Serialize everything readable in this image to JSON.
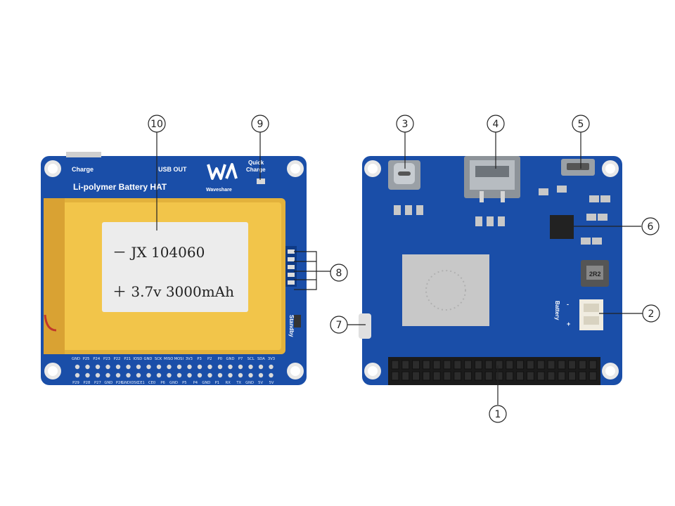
{
  "colors": {
    "pcb": "#1a4ea8",
    "pcb_dark": "#0f3a86",
    "battery_yellow": "#f2c54a",
    "label_bg": "#ececec",
    "callout": "#222222"
  },
  "left_board": {
    "title": "Li-polymer Battery HAT",
    "charge_label": "Charge",
    "usb_out_label": "USB OUT",
    "brand": "Waveshare",
    "quick_charge_line1": "Quick",
    "quick_charge_line2": "Charge",
    "standby_label": "Standby",
    "battery_line1": "－ JX   104060",
    "battery_line2": "＋ 3.7v  3000mAh",
    "header_top": [
      "GND",
      "P25",
      "P24",
      "P23",
      "P22",
      "P21",
      "IOSD",
      "GND",
      "SCK",
      "MISO",
      "MOSI",
      "3V3",
      "P3",
      "P2",
      "P0",
      "GND",
      "P7",
      "SCL",
      "SDA",
      "3V3"
    ],
    "header_bottom": [
      "P29",
      "P28",
      "P27",
      "GND",
      "P26",
      "GNDIDSC",
      "CE1",
      "CE0",
      "P6",
      "GND",
      "P5",
      "P4",
      "GND",
      "P1",
      "RX",
      "TX",
      "GND",
      "5V",
      "5V"
    ]
  },
  "right_board": {
    "battery_label": "Battery",
    "plus_label": "+",
    "minus_label": "-",
    "inductor_label": "2R2"
  },
  "callouts": [
    {
      "id": "1",
      "label": "1"
    },
    {
      "id": "2",
      "label": "2"
    },
    {
      "id": "3",
      "label": "3"
    },
    {
      "id": "4",
      "label": "4"
    },
    {
      "id": "5",
      "label": "5"
    },
    {
      "id": "6",
      "label": "6"
    },
    {
      "id": "7",
      "label": "7"
    },
    {
      "id": "8",
      "label": "8"
    },
    {
      "id": "9",
      "label": "9"
    },
    {
      "id": "10",
      "label": "10"
    }
  ]
}
